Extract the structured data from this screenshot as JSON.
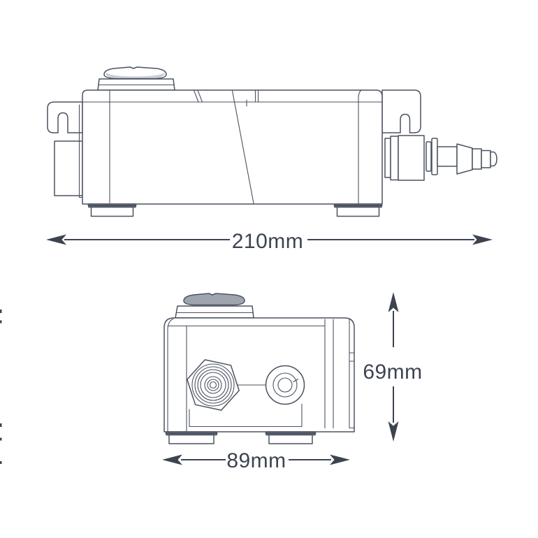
{
  "drawing": {
    "line_color": "#4b5260",
    "dim_color": "#3d4450",
    "cap_fill": "#9ea5af",
    "dimensions": {
      "length": "210mm",
      "height": "69mm",
      "width": "89mm"
    }
  }
}
